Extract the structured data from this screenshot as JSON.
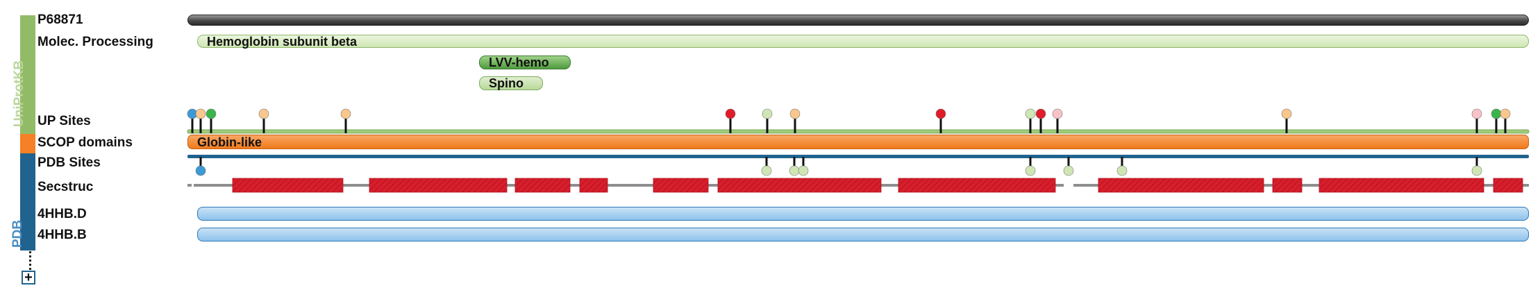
{
  "side_groups": {
    "uniprot": {
      "label": "UniProtKB",
      "color": "#92bb67"
    },
    "scop": {
      "color": "#f58025"
    },
    "pdb": {
      "label": "PDB",
      "color": "#20638f"
    }
  },
  "rows": {
    "protein_id": "P68871",
    "molec_processing": "Molec. Processing",
    "up_sites": "UP Sites",
    "scop_domains": "SCOP domains",
    "pdb_sites": "PDB Sites",
    "secstruc": "Secstruc",
    "chain_d": "4HHB.D",
    "chain_b": "4HHB.B"
  },
  "features": {
    "chain": "Hemoglobin subunit beta",
    "peptide_1": "LVV-hemo",
    "peptide_2": "Spino",
    "scop_domain": "Globin-like"
  },
  "controls": {
    "expand_icon": "plus-icon",
    "expand_symbol": "+"
  },
  "colors": {
    "uniprot_green": "#92bb67",
    "peptide_green": "#5fa84a",
    "scop_orange": "#f58025",
    "pdb_blue": "#20638f",
    "chain_blue": "#8fc3ec",
    "helix_red": "#d81e2c",
    "sequence_gray": "#555555"
  },
  "up_site_markers": [
    {
      "color": "#3c9ad6"
    },
    {
      "color": "#f9c78b"
    },
    {
      "color": "#3bb54a"
    },
    {
      "color": "#f9c78b"
    },
    {
      "color": "#f9c78b"
    },
    {
      "color": "#e21b2a"
    },
    {
      "color": "#cfe6b4"
    },
    {
      "color": "#f9c78b"
    },
    {
      "color": "#e21b2a"
    },
    {
      "color": "#cfe6b4"
    },
    {
      "color": "#e21b2a"
    },
    {
      "color": "#f7c2c8"
    },
    {
      "color": "#f9c78b"
    },
    {
      "color": "#f7c2c8"
    },
    {
      "color": "#3bb54a"
    },
    {
      "color": "#f9c78b"
    }
  ],
  "pdb_site_markers": [
    {
      "color": "#3c9ad6"
    },
    {
      "color": "#cfe6b4"
    },
    {
      "color": "#cfe6b4"
    },
    {
      "color": "#cfe6b4"
    },
    {
      "color": "#cfe6b4"
    },
    {
      "color": "#cfe6b4"
    },
    {
      "color": "#cfe6b4"
    },
    {
      "color": "#cfe6b4"
    }
  ]
}
